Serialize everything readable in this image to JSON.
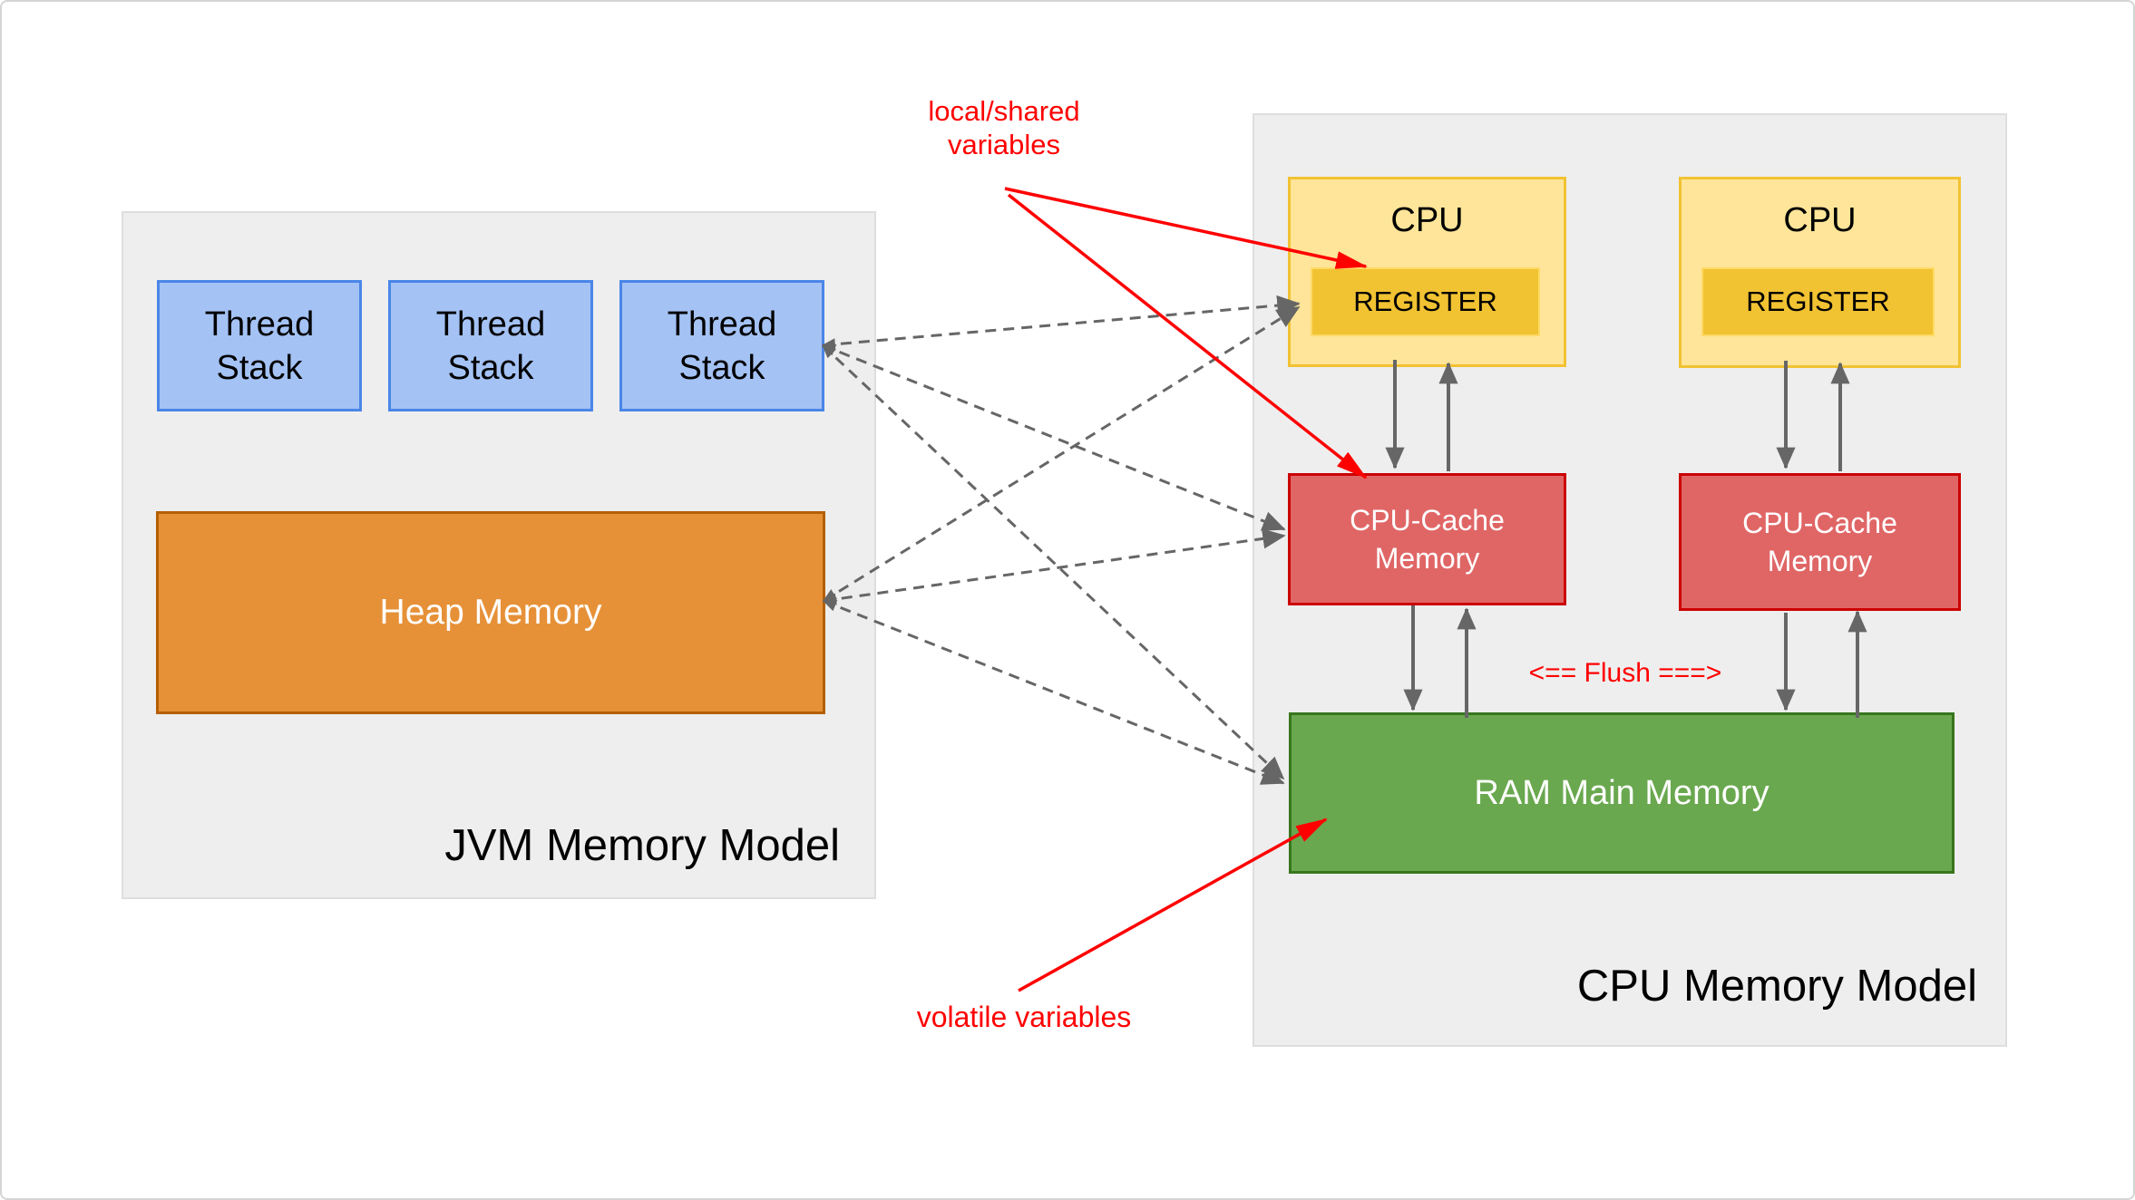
{
  "jvm": {
    "label": "JVM Memory Model",
    "thread_stacks": [
      "Thread Stack",
      "Thread Stack",
      "Thread Stack"
    ],
    "heap_label": "Heap Memory"
  },
  "cpu": {
    "label": "CPU Memory Model",
    "units": [
      {
        "label": "CPU",
        "register": "REGISTER",
        "cache": "CPU-Cache Memory"
      },
      {
        "label": "CPU",
        "register": "REGISTER",
        "cache": "CPU-Cache Memory"
      }
    ],
    "ram_label": "RAM Main Memory",
    "flush_label": "<== Flush ===>"
  },
  "annotations": {
    "local_shared": "local/shared variables",
    "volatile": "volatile variables"
  },
  "colors": {
    "panel_fill": "#eeeeee",
    "panel_border": "#dedede",
    "thread_fill": "#a4c2f4",
    "thread_border": "#4a86e8",
    "heap_fill": "#e69138",
    "heap_border": "#b45f06",
    "cpu_fill": "#ffe599",
    "cpu_border": "#f1c232",
    "register_fill": "#f1c232",
    "cache_fill": "#e06666",
    "cache_border": "#cc0000",
    "ram_fill": "#6aa84f",
    "ram_border": "#38761d",
    "connector_gray": "#666666",
    "annotation_red": "#ff0000"
  }
}
